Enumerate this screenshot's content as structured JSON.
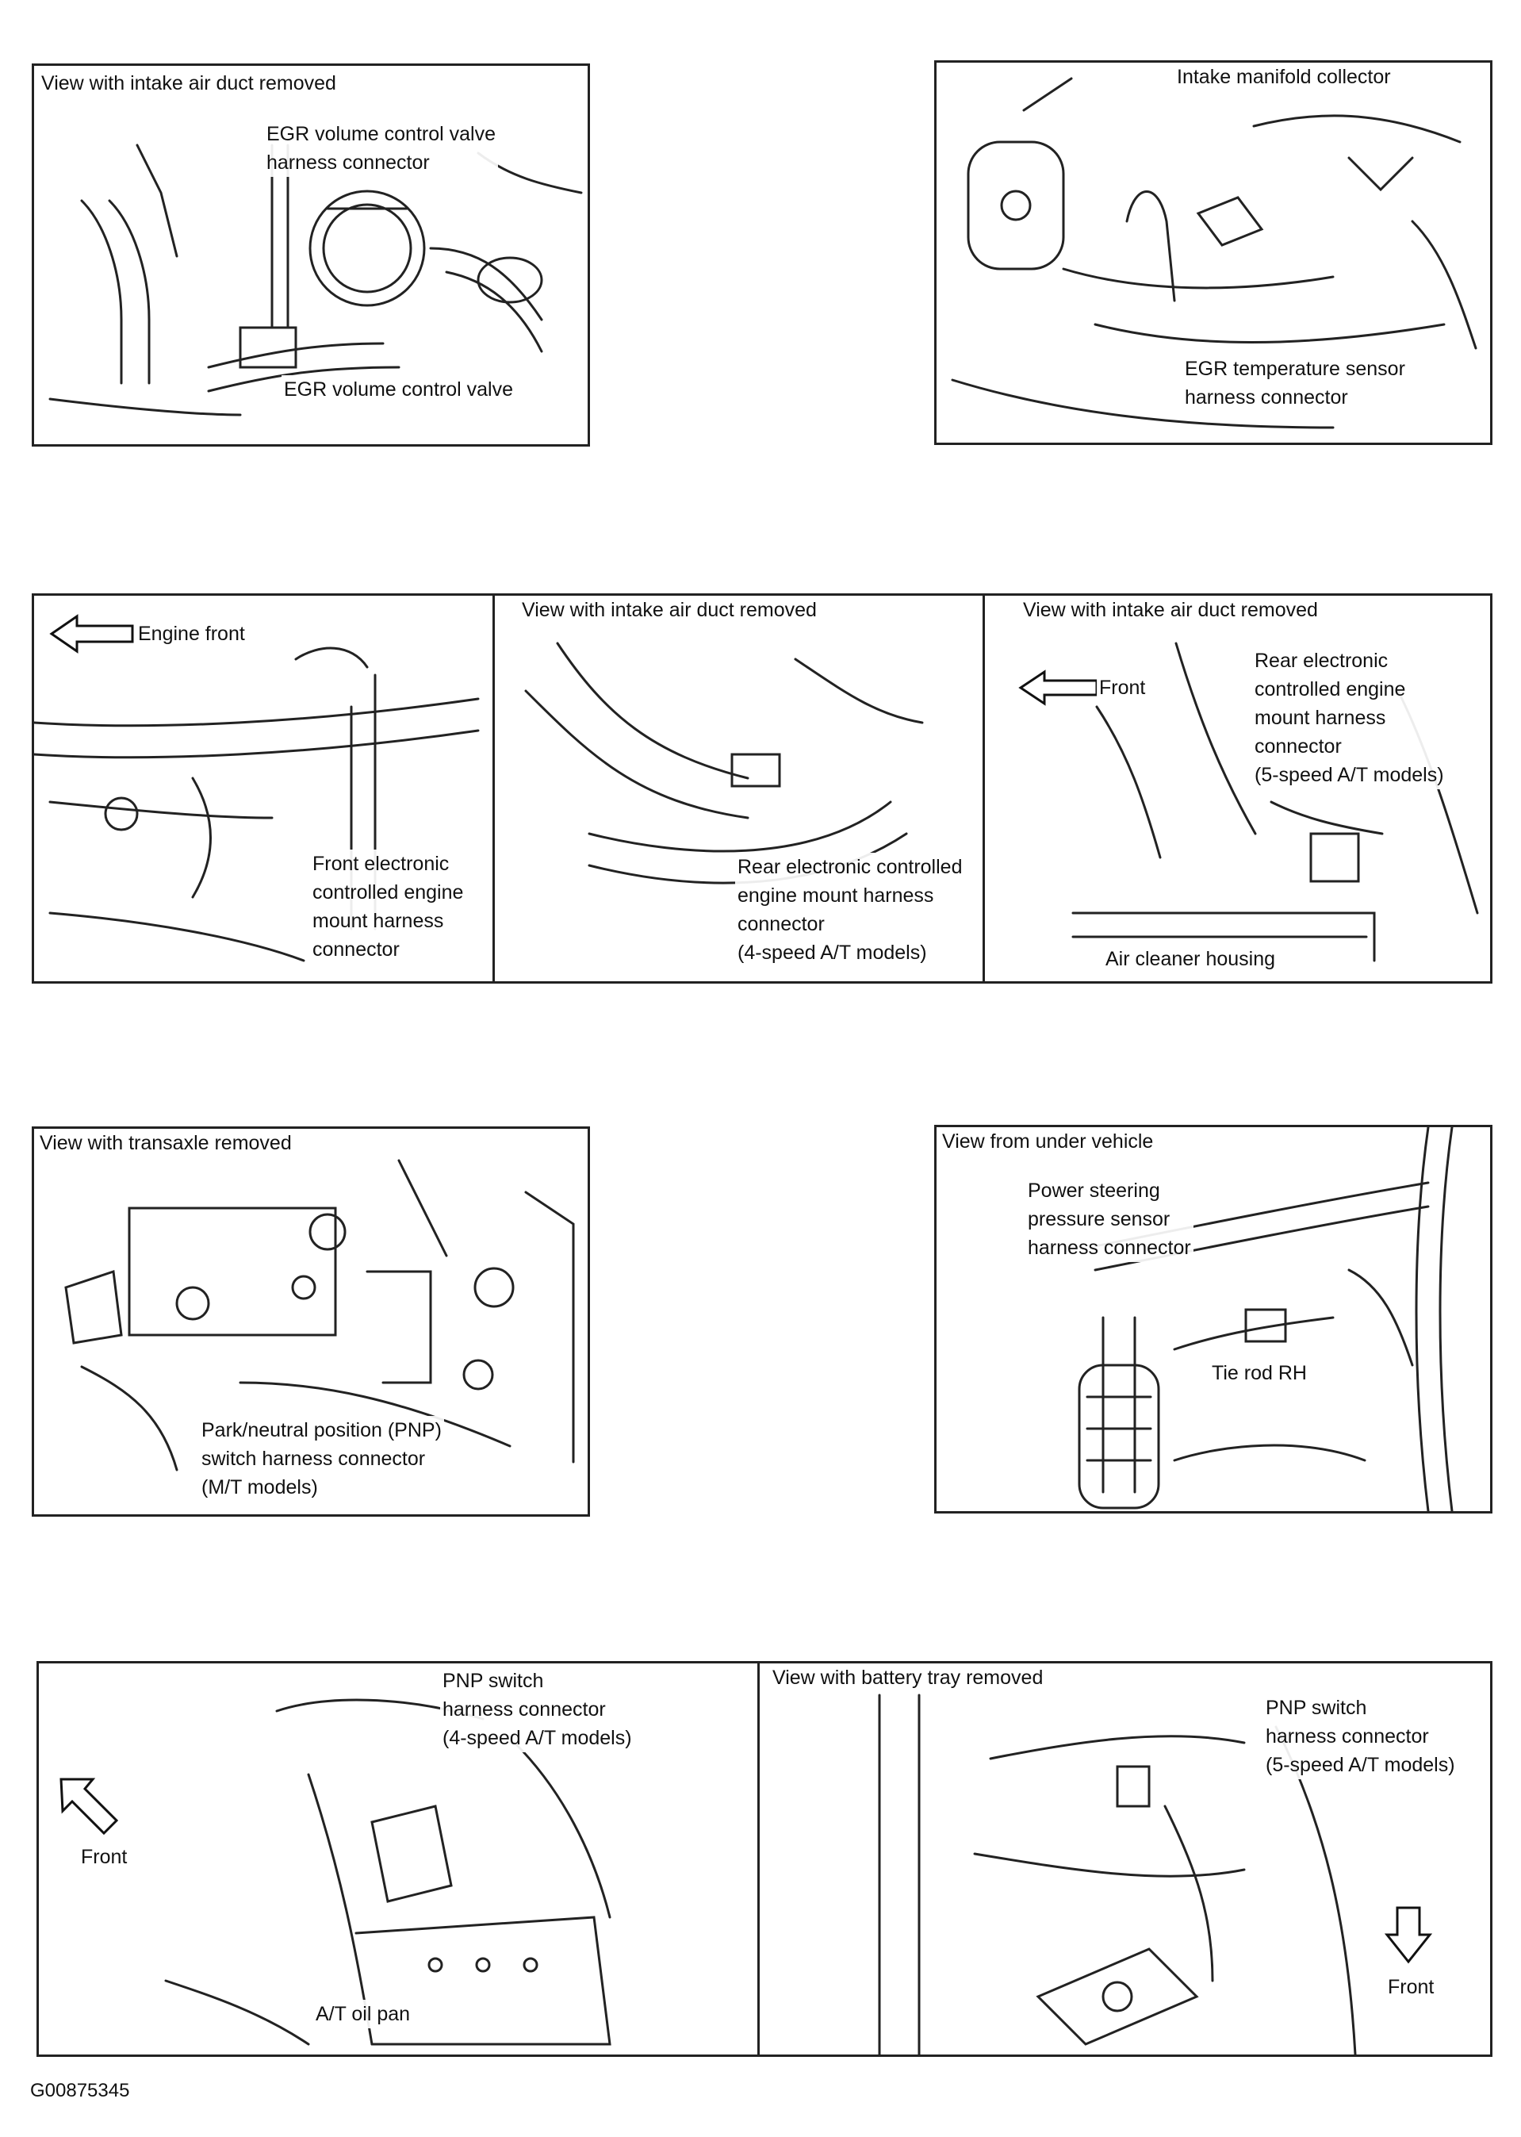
{
  "panel1": {
    "view": "View with intake air duct removed",
    "egr_vcv_connector": [
      "EGR volume control valve",
      "harness connector"
    ],
    "egr_vcv": "EGR volume control valve"
  },
  "panel2": {
    "intake_manifold": "Intake manifold collector",
    "egr_temp_connector": [
      "EGR temperature sensor",
      "harness connector"
    ]
  },
  "panel3": {
    "a": {
      "engine_front": "Engine front",
      "front_mount_connector": [
        "Front electronic",
        "controlled engine",
        "mount harness",
        "connector"
      ]
    },
    "b": {
      "view": "View with intake air duct removed",
      "rear_mount_connector": [
        "Rear electronic controlled",
        "engine mount harness",
        "connector",
        "(4-speed A/T models)"
      ]
    },
    "c": {
      "view": "View with intake air duct removed",
      "front": "Front",
      "rear_mount_connector": [
        "Rear electronic",
        "controlled engine",
        "mount harness",
        "connector",
        "(5-speed A/T models)"
      ],
      "air_cleaner": "Air cleaner housing"
    }
  },
  "panel4": {
    "view": "View with transaxle removed",
    "pnp_connector": [
      "Park/neutral position (PNP)",
      "switch harness connector",
      "(M/T models)"
    ]
  },
  "panel5": {
    "view": "View from under vehicle",
    "ps_sensor_connector": [
      "Power steering",
      "pressure sensor",
      "harness connector"
    ],
    "tie_rod": "Tie rod RH"
  },
  "panel6": {
    "a": {
      "pnp_connector": [
        "PNP switch",
        "harness connector",
        "(4-speed A/T models)"
      ],
      "front": "Front",
      "oil_pan": "A/T oil pan"
    },
    "b": {
      "view": "View with battery tray removed",
      "pnp_connector": [
        "PNP switch",
        "harness connector",
        "(5-speed A/T models)"
      ],
      "front": "Front"
    }
  },
  "figure_id": "G00875345"
}
